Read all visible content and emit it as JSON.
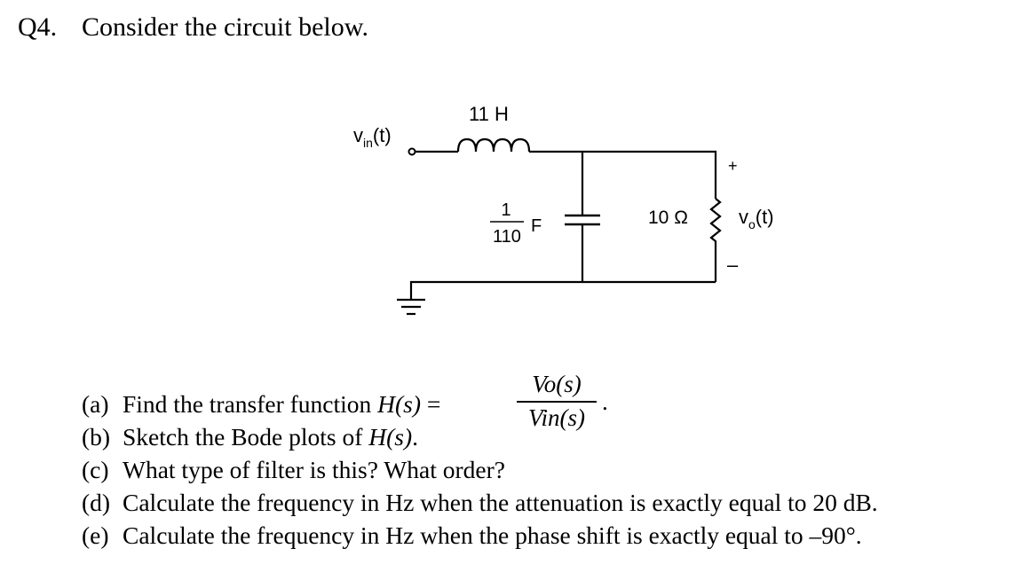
{
  "question": {
    "number": "Q4.",
    "prompt": "Consider the circuit below."
  },
  "circuit": {
    "input_label": "v",
    "input_sub": "in",
    "input_arg": "(t)",
    "inductor_label": "11 H",
    "capacitor_num": "1",
    "capacitor_den": "110",
    "capacitor_unit": "F",
    "resistor_label": "10 Ω",
    "output_label": "v",
    "output_sub": "o",
    "output_arg": "(t)",
    "plus": "+",
    "minus": "–"
  },
  "parts": {
    "a": {
      "label": "(a)",
      "text": "Find the transfer function ",
      "func": "H(s)",
      "eq": " ="
    },
    "b": {
      "label": "(b)",
      "text": "Sketch the Bode plots of ",
      "func": "H(s)",
      "end": "."
    },
    "c": {
      "label": "(c)",
      "text": "What type of filter is this? What order?"
    },
    "d": {
      "label": "(d)",
      "text": "Calculate the frequency in Hz when the attenuation is exactly equal to 20 dB."
    },
    "e": {
      "label": "(e)",
      "text": "Calculate the frequency in Hz when the phase shift is exactly equal to –90°."
    }
  },
  "fraction": {
    "numerator": "Vo(s)",
    "denominator": "Vin(s)",
    "trailing": "."
  }
}
